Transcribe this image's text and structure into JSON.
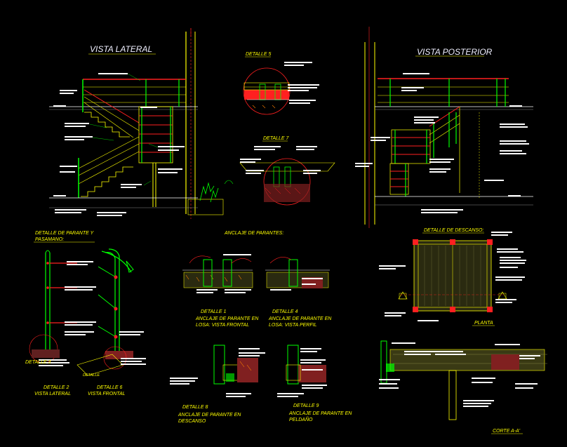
{
  "titles": {
    "vista_lateral": "VISTA LATERAL",
    "vista_posterior": "VISTA POSTERIOR",
    "detalle_5": "DETALLE 5",
    "detalle_7": "DETALLE 7",
    "detalle_parante": "DETALLE DE PARANTE Y",
    "pasamano": "PASAMANO:",
    "anclaje_parantes": "ANCLAJE DE PARANTES:",
    "detalle_descanso": "DETALLE DE DESCANSO:",
    "detalle_1": "DETALLE 1",
    "anclaje_1a": "ANCLAJE DE PARANTE EN",
    "anclaje_1b": "LOSA: VISTA FRONTAL",
    "detalle_4": "DETALLE 4",
    "anclaje_4a": "ANCLAJE DE PARANTE EN",
    "anclaje_4b": "LOSA: VISTA PERFIL",
    "detalle_3": "DETALLE 3",
    "detalle_2": "DETALLE 2",
    "vista_lateral_2": "VISTA LATERAL",
    "detalle_6": "DETALLE 6",
    "vista_frontal": "VISTA FRONTAL",
    "detalle_8": "DETALLE 8",
    "anclaje_8a": "ANCLAJE DE PARANTE EN",
    "anclaje_8b": "DESCANSO",
    "detalle_9": "DETALLE 9",
    "anclaje_9a": "ANCLAJE DE PARANTE EN",
    "anclaje_9b": "PELDAÑO",
    "planta": "PLANTA",
    "corte": "CORTE A-A'"
  },
  "colors": {
    "background": "#000000",
    "yellow": "#ffff00",
    "green": "#00ff00",
    "red": "#ff2020",
    "white": "#ffffff",
    "cyan": "#00c0ff",
    "magenta": "#ff00ff",
    "orange": "#ff8000"
  }
}
